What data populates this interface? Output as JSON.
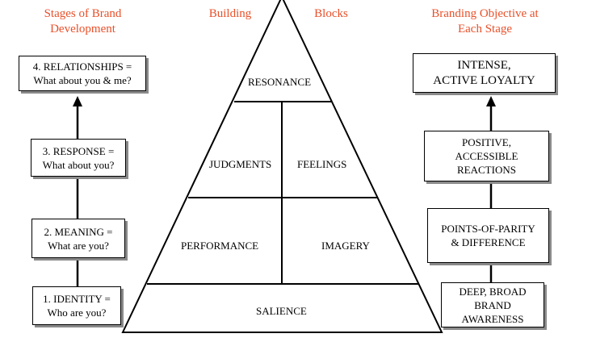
{
  "headers": {
    "left": "Stages of Brand\nDevelopment",
    "center_left": "Building",
    "center_right": "Blocks",
    "right": "Branding Objective at\nEach Stage"
  },
  "stages": [
    {
      "label": "4. RELATIONSHIPS =\nWhat about you & me?"
    },
    {
      "label": "3. RESPONSE =\nWhat about you?"
    },
    {
      "label": "2. MEANING =\nWhat are you?"
    },
    {
      "label": "1. IDENTITY =\nWho are you?"
    }
  ],
  "blocks": {
    "resonance": "RESONANCE",
    "judgments": "JUDGMENTS",
    "feelings": "FEELINGS",
    "performance": "PERFORMANCE",
    "imagery": "IMAGERY",
    "salience": "SALIENCE"
  },
  "objectives": [
    {
      "label": "INTENSE,\nACTIVE LOYALTY"
    },
    {
      "label": "POSITIVE,\nACCESSIBLE\nREACTIONS"
    },
    {
      "label": "POINTS-OF-PARITY\n& DIFFERENCE"
    },
    {
      "label": "DEEP, BROAD\nBRAND\nAWARENESS"
    }
  ],
  "colors": {
    "header": "#e8502a",
    "line": "#000000",
    "shadow": "#8a8a8a"
  }
}
